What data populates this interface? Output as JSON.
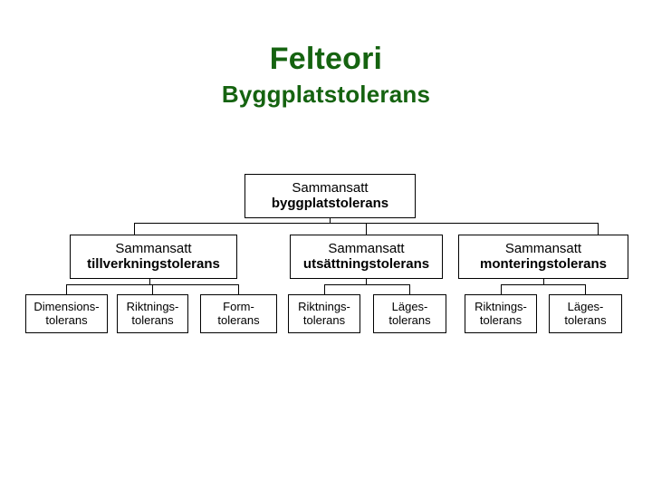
{
  "slide": {
    "main_title": "Felteori",
    "sub_title": "Byggplatstolerans",
    "title_color": "#156310",
    "line_color": "#000000",
    "background_color": "#ffffff"
  },
  "tree": {
    "root": {
      "line1": "Sammansatt",
      "line2": "byggplatstolerans"
    },
    "branches": [
      {
        "line1": "Sammansatt",
        "line2": "tillverkningstolerans",
        "children": [
          {
            "line1": "Dimensions-",
            "line2": "tolerans"
          },
          {
            "line1": "Riktnings-",
            "line2": "tolerans"
          },
          {
            "line1": "Form-",
            "line2": "tolerans"
          }
        ]
      },
      {
        "line1": "Sammansatt",
        "line2": "utsättningstolerans",
        "children": [
          {
            "line1": "Riktnings-",
            "line2": "tolerans"
          },
          {
            "line1": "Läges-",
            "line2": "tolerans"
          }
        ]
      },
      {
        "line1": "Sammansatt",
        "line2": "monteringstolerans",
        "children": [
          {
            "line1": "Riktnings-",
            "line2": "tolerans"
          },
          {
            "line1": "Läges-",
            "line2": "tolerans"
          }
        ]
      }
    ]
  }
}
